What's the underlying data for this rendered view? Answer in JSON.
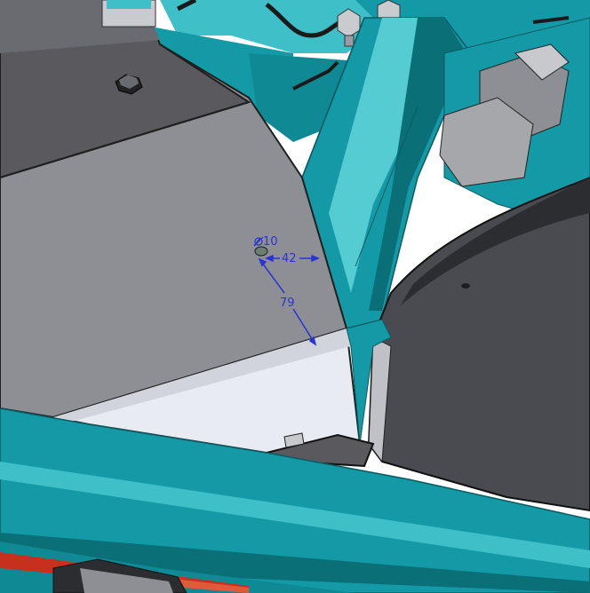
{
  "colors": {
    "background": "#ffffff",
    "frame_teal": "#139aa6",
    "frame_teal_light": "#3fc0c8",
    "frame_teal_dark": "#0b6f78",
    "panel_gray": "#8e8f94",
    "panel_gray_dark": "#59595e",
    "panel_charcoal": "#4a4b50",
    "flange_light": "#e9ebf2",
    "edge_line": "#1f1f1f",
    "red_tube": "#c8301e",
    "dimension_blue": "#2a33d6",
    "hole_fill": "#6a7f70"
  },
  "dimensions": {
    "hole_diameter": "10",
    "horizontal_offset": "42",
    "diagonal_offset": "79"
  },
  "icons": {
    "diameter_symbol": "diameter-icon",
    "bolt_head": "hex-bolt-icon"
  }
}
